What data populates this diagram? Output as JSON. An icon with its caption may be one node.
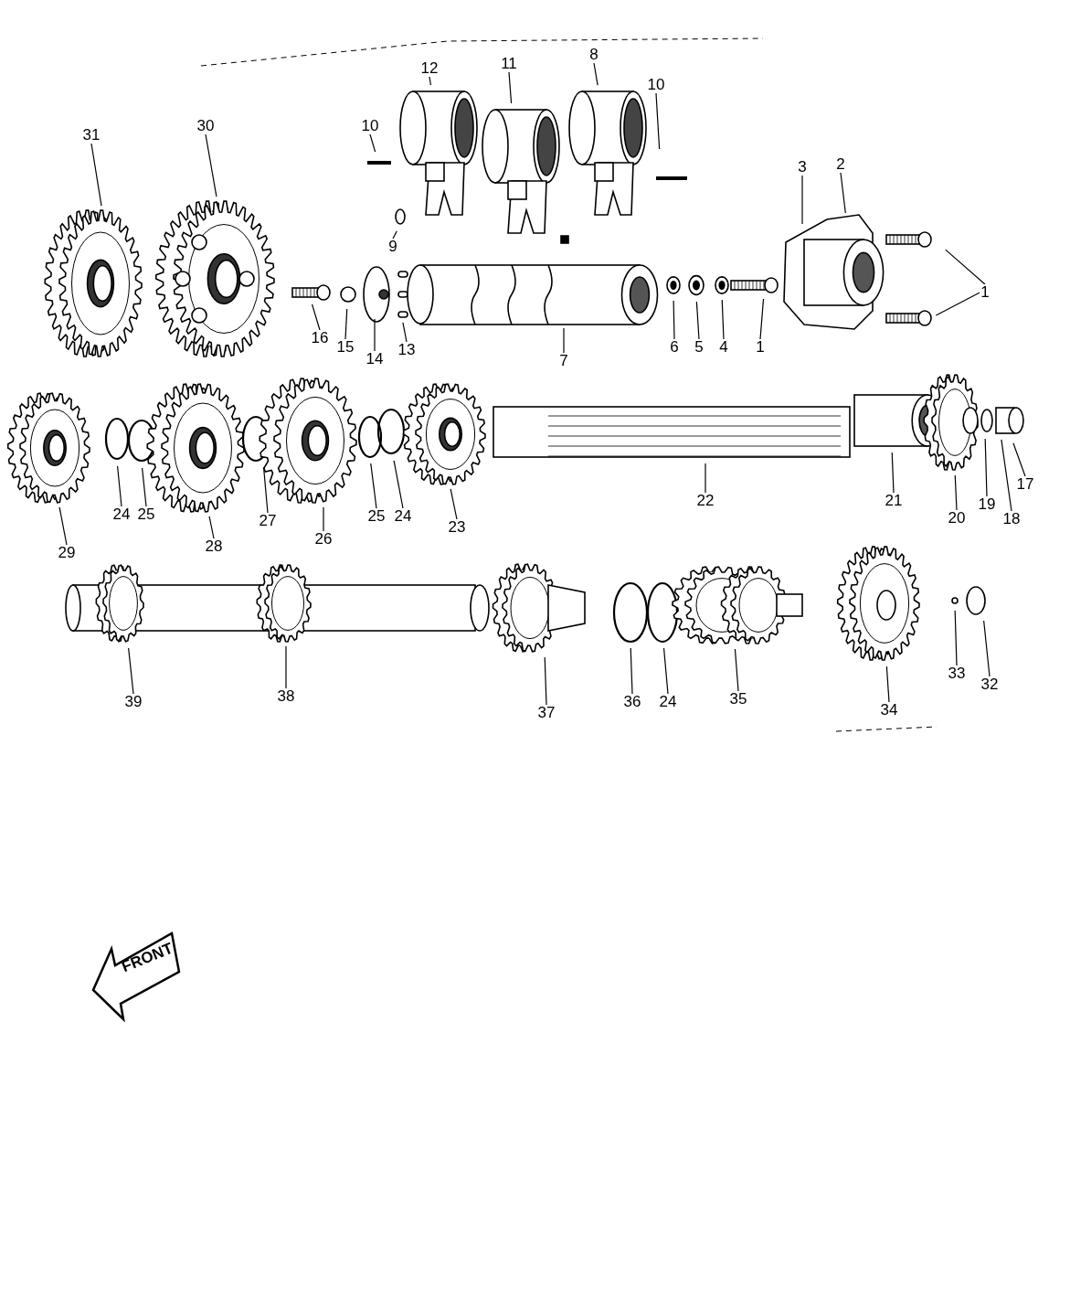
{
  "diagram": {
    "nodes": [
      {
        "text": [
          "12"
        ]
      },
      {
        "text": [
          "11"
        ]
      },
      {
        "text": [
          "8"
        ]
      },
      {
        "text": [
          "10"
        ]
      },
      {
        "text": [
          "10"
        ]
      },
      {
        "text": [
          "31"
        ]
      },
      {
        "text": [
          "30"
        ]
      },
      {
        "text": [
          "3"
        ]
      },
      {
        "text": [
          "2"
        ]
      },
      {
        "text": [
          "9"
        ]
      },
      {
        "text": [
          "1"
        ]
      },
      {
        "text": [
          "16"
        ]
      },
      {
        "text": [
          "15"
        ]
      },
      {
        "text": [
          "14"
        ]
      },
      {
        "text": [
          "13"
        ]
      },
      {
        "text": [
          "7"
        ]
      },
      {
        "text": [
          "6"
        ]
      },
      {
        "text": [
          "5"
        ]
      },
      {
        "text": [
          "4"
        ]
      },
      {
        "text": [
          "1"
        ]
      },
      {
        "text": [
          "29"
        ]
      },
      {
        "text": [
          "24"
        ]
      },
      {
        "text": [
          "25"
        ]
      },
      {
        "text": [
          "28"
        ]
      },
      {
        "text": [
          "27"
        ]
      },
      {
        "text": [
          "26"
        ]
      },
      {
        "text": [
          "25"
        ]
      },
      {
        "text": [
          "24"
        ]
      },
      {
        "text": [
          "23"
        ]
      },
      {
        "text": [
          "22"
        ]
      },
      {
        "text": [
          "21"
        ]
      },
      {
        "text": [
          "20"
        ]
      },
      {
        "text": [
          "19"
        ]
      },
      {
        "text": [
          "18"
        ]
      },
      {
        "text": [
          "17"
        ]
      },
      {
        "text": [
          "39"
        ]
      },
      {
        "text": [
          "38"
        ]
      },
      {
        "text": [
          "37"
        ]
      },
      {
        "text": [
          "36"
        ]
      },
      {
        "text": [
          "24"
        ]
      },
      {
        "text": [
          "35"
        ]
      },
      {
        "text": [
          "34"
        ]
      },
      {
        "text": [
          "33"
        ]
      },
      {
        "text": [
          "32"
        ]
      },
      {
        "text": [
          "FRONT"
        ]
      }
    ],
    "edges": [
      {
        "from": 0,
        "to": null,
        "arrow": "none"
      },
      {
        "from": 1,
        "to": null,
        "arrow": "none"
      },
      {
        "from": 2,
        "to": null,
        "arrow": "none"
      },
      {
        "from": 3,
        "to": null,
        "arrow": "none"
      },
      {
        "from": 4,
        "to": null,
        "arrow": "none"
      },
      {
        "from": 5,
        "to": null,
        "arrow": "none"
      },
      {
        "from": 6,
        "to": null,
        "arrow": "none"
      },
      {
        "from": 7,
        "to": null,
        "arrow": "none"
      },
      {
        "from": 8,
        "to": null,
        "arrow": "none"
      },
      {
        "from": 9,
        "to": null,
        "arrow": "none"
      },
      {
        "from": 10,
        "to": null,
        "arrow": "none"
      },
      {
        "from": 10,
        "to": null,
        "arrow": "none"
      },
      {
        "from": 11,
        "to": null,
        "arrow": "none"
      },
      {
        "from": 12,
        "to": null,
        "arrow": "none"
      },
      {
        "from": 13,
        "to": null,
        "arrow": "none"
      },
      {
        "from": 14,
        "to": null,
        "arrow": "none"
      },
      {
        "from": 15,
        "to": null,
        "arrow": "none"
      },
      {
        "from": 16,
        "to": null,
        "arrow": "none"
      },
      {
        "from": 17,
        "to": null,
        "arrow": "none"
      },
      {
        "from": 18,
        "to": null,
        "arrow": "none"
      },
      {
        "from": 19,
        "to": null,
        "arrow": "none"
      },
      {
        "from": 20,
        "to": null,
        "arrow": "none"
      },
      {
        "from": 21,
        "to": null,
        "arrow": "none"
      },
      {
        "from": 22,
        "to": null,
        "arrow": "none"
      },
      {
        "from": 23,
        "to": null,
        "arrow": "none"
      },
      {
        "from": 24,
        "to": null,
        "arrow": "none"
      },
      {
        "from": 25,
        "to": null,
        "arrow": "none"
      },
      {
        "from": 26,
        "to": null,
        "arrow": "none"
      },
      {
        "from": 27,
        "to": null,
        "arrow": "none"
      },
      {
        "from": 28,
        "to": null,
        "arrow": "none"
      },
      {
        "from": 29,
        "to": null,
        "arrow": "none"
      },
      {
        "from": 30,
        "to": null,
        "arrow": "none"
      },
      {
        "from": 31,
        "to": null,
        "arrow": "none"
      },
      {
        "from": 32,
        "to": null,
        "arrow": "none"
      },
      {
        "from": 33,
        "to": null,
        "arrow": "none"
      },
      {
        "from": 34,
        "to": null,
        "arrow": "none"
      },
      {
        "from": 35,
        "to": null,
        "arrow": "none"
      },
      {
        "from": 36,
        "to": null,
        "arrow": "none"
      },
      {
        "from": 37,
        "to": null,
        "arrow": "none"
      },
      {
        "from": 38,
        "to": null,
        "arrow": "none"
      },
      {
        "from": 39,
        "to": null,
        "arrow": "none"
      },
      {
        "from": 40,
        "to": null,
        "arrow": "none"
      },
      {
        "from": 41,
        "to": null,
        "arrow": "none"
      },
      {
        "from": 42,
        "to": null,
        "arrow": "none"
      },
      {
        "from": 43,
        "to": null,
        "arrow": "none"
      }
    ]
  }
}
